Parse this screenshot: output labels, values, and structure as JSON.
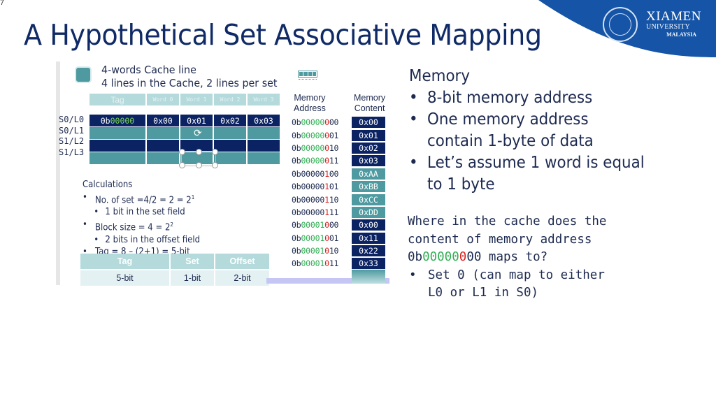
{
  "slide_number": "7",
  "title": "A Hypothetical Set Associative Mapping",
  "logo": {
    "line1": "XIAMEN",
    "line2": "UNIVERSITY",
    "line3": "MALAYSIA",
    "brand_color": "#1554a6"
  },
  "cache": {
    "heading_line1": "4-words Cache line",
    "heading_line2": "4 lines in the Cache, 2 lines per set",
    "header": [
      "Tag",
      "Word 0",
      "Word 1",
      "Word 2",
      "Word 3"
    ],
    "row_labels": [
      "S0/L0",
      "S0/L1",
      "S1/L2",
      "S1/L3"
    ],
    "rows": [
      {
        "tag_prefix": "0b",
        "tag_bits": "00000",
        "words": [
          "0x00",
          "0x01",
          "0x02",
          "0x03"
        ]
      },
      {
        "tag_prefix": "",
        "tag_bits": "",
        "words": [
          "",
          "",
          "",
          ""
        ]
      },
      {
        "tag_prefix": "",
        "tag_bits": "",
        "words": [
          "",
          "",
          "",
          ""
        ]
      },
      {
        "tag_prefix": "",
        "tag_bits": "",
        "words": [
          "",
          "",
          "",
          ""
        ]
      }
    ]
  },
  "calculations": {
    "title": "Calculations",
    "items": [
      {
        "text": "No. of set =4/2 = 2 = 2",
        "sup": "1",
        "sub": "1 bit in the set field"
      },
      {
        "text": "Block size = 4 = 2",
        "sup": "2",
        "sub": "2 bits in the offset field"
      },
      {
        "text": "Tag = 8 – (2+1) = 5-bit",
        "sup": "",
        "sub": ""
      }
    ],
    "fields_header": [
      "Tag",
      "Set",
      "Offset"
    ],
    "fields_values": [
      "5-bit",
      "1-bit",
      "2-bit"
    ]
  },
  "memory_table": {
    "col1": [
      "Memory",
      "Address"
    ],
    "col2": [
      "Memory",
      "Content"
    ],
    "rows": [
      {
        "pre": "0b",
        "g": "00000",
        "r": "0",
        "rest": "00",
        "val": "0x00",
        "style": "dark"
      },
      {
        "pre": "0b",
        "g": "00000",
        "r": "0",
        "rest": "01",
        "val": "0x01",
        "style": "dark"
      },
      {
        "pre": "0b",
        "g": "00000",
        "r": "0",
        "rest": "10",
        "val": "0x02",
        "style": "dark"
      },
      {
        "pre": "0b",
        "g": "00000",
        "r": "0",
        "rest": "11",
        "val": "0x03",
        "style": "dark"
      },
      {
        "pre": "0b00000",
        "g": "",
        "r": "1",
        "rest": "00",
        "val": "0xAA",
        "style": "teal"
      },
      {
        "pre": "0b00000",
        "g": "",
        "r": "1",
        "rest": "01",
        "val": "0xBB",
        "style": "teal"
      },
      {
        "pre": "0b00000",
        "g": "",
        "r": "1",
        "rest": "10",
        "val": "0xCC",
        "style": "teal"
      },
      {
        "pre": "0b00000",
        "g": "",
        "r": "1",
        "rest": "11",
        "val": "0xDD",
        "style": "teal"
      },
      {
        "pre": "0b",
        "g": "00001",
        "r": "0",
        "rest": "00",
        "val": "0x00",
        "style": "dark"
      },
      {
        "pre": "0b",
        "g": "00001",
        "r": "0",
        "rest": "01",
        "val": "0x11",
        "style": "dark"
      },
      {
        "pre": "0b",
        "g": "00001",
        "r": "0",
        "rest": "10",
        "val": "0x22",
        "style": "dark"
      },
      {
        "pre": "0b",
        "g": "00001",
        "r": "0",
        "rest": "11",
        "val": "0x33",
        "style": "dark"
      }
    ]
  },
  "memory_notes": {
    "heading": "Memory",
    "bullets": [
      [
        "8-bit memory address"
      ],
      [
        "One memory address",
        "contain 1-byte of data"
      ],
      [
        "Let’s assume 1 word is equal",
        "to 1 byte"
      ]
    ]
  },
  "question": {
    "line1": "Where in the cache does the",
    "line2": "content of memory address",
    "addr_pre": "0b",
    "addr_green": "00000",
    "addr_red": "0",
    "addr_rest": "00",
    "line3_suffix": " maps to?",
    "answer_line1": "Set 0 (can map to either",
    "answer_line2": "L0 or L1 in S0)"
  },
  "colors": {
    "title": "#0f2a66",
    "dark_cell": "#0b2363",
    "teal_cell": "#4e9aa0",
    "tag_green": "#2fae52",
    "set_red": "#e02020"
  }
}
